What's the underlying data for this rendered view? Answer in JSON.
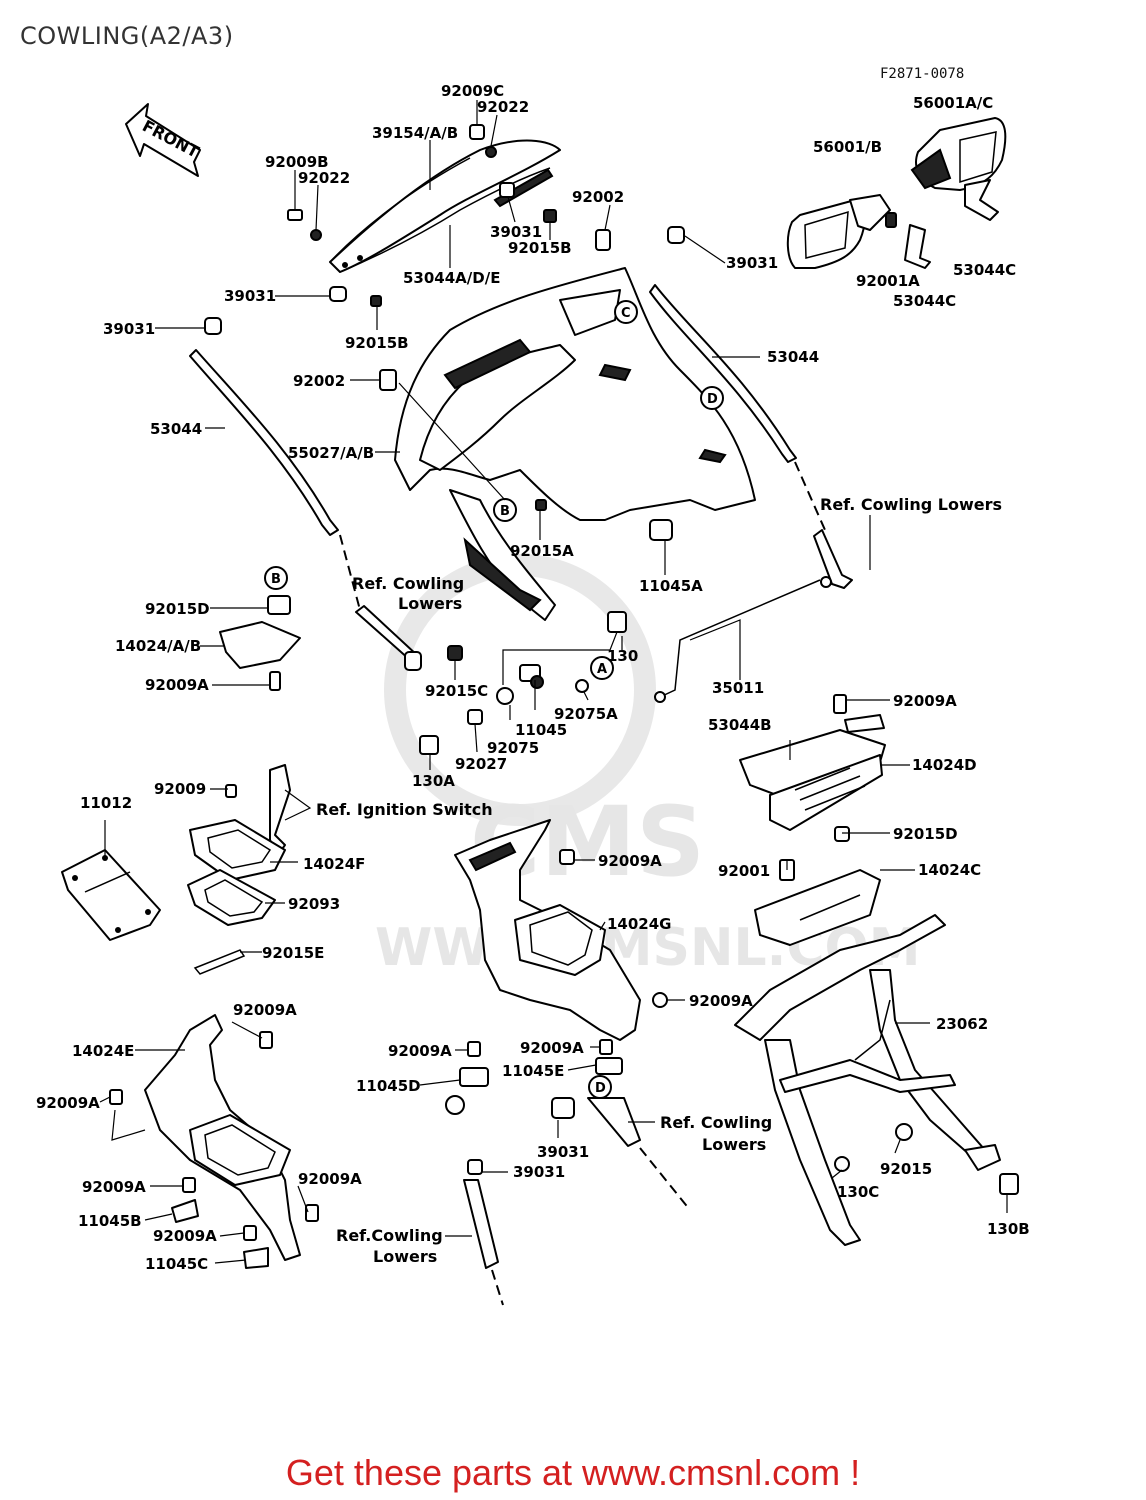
{
  "page": {
    "title": "COWLING(A2/A3)",
    "figure_code": "F2871-0078",
    "footer": "Get these parts at www.cmsnl.com !"
  },
  "watermark": {
    "logo_text": "CMS",
    "url_text": "WWW.CMSNL.COM"
  },
  "direction_arrow": "FRONT",
  "references": {
    "cowling_lowers": "Ref. Cowling Lowers",
    "cowling_lowers_line1": "Ref. Cowling",
    "cowling_lowers_line2": "Lowers",
    "cowling_lowers_alt_line1": "Ref.Cowling",
    "ignition_switch": "Ref. Ignition Switch"
  },
  "circle_markers": [
    "A",
    "B",
    "C",
    "D"
  ],
  "parts": {
    "p92009C": "92009C",
    "p92022": "92022",
    "p39154": "39154/A/B",
    "p92009B": "92009B",
    "p39031": "39031",
    "p92015B": "92015B",
    "p53044ADE": "53044A/D/E",
    "p92002": "92002",
    "p56001AC": "56001A/C",
    "p56001B": "56001/B",
    "p92001A": "92001A",
    "p53044C": "53044C",
    "p53044": "53044",
    "p55027": "55027/A/B",
    "p92015A": "92015A",
    "p11045A": "11045A",
    "p92015D": "92015D",
    "p14024AB": "14024/A/B",
    "p92009A": "92009A",
    "p92015C": "92015C",
    "p130": "130",
    "p11045": "11045",
    "p92075A": "92075A",
    "p92075": "92075",
    "p92027": "92027",
    "p130A": "130A",
    "p35011": "35011",
    "p53044B": "53044B",
    "p14024D": "14024D",
    "p11012": "11012",
    "p92009": "92009",
    "p14024F": "14024F",
    "p92093": "92093",
    "p92015E": "92015E",
    "p14024G": "14024G",
    "p92001": "92001",
    "p14024C": "14024C",
    "p23062": "23062",
    "p14024E": "14024E",
    "p11045D": "11045D",
    "p11045E": "11045E",
    "p92015": "92015",
    "p130C": "130C",
    "p130B": "130B",
    "p11045B": "11045B",
    "p11045C": "11045C"
  }
}
